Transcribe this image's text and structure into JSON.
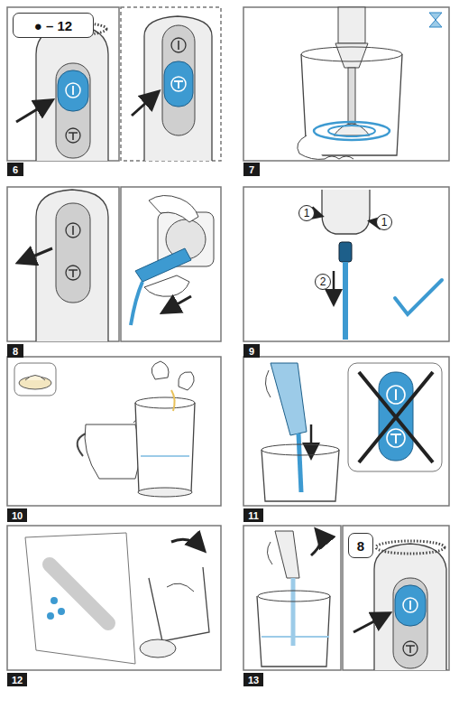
{
  "diagram": {
    "labels": [
      "● – 12",
      "6",
      "7",
      "8",
      "1",
      "1",
      "2",
      "9",
      "10",
      "11",
      "12",
      "8",
      "13"
    ]
  }
}
